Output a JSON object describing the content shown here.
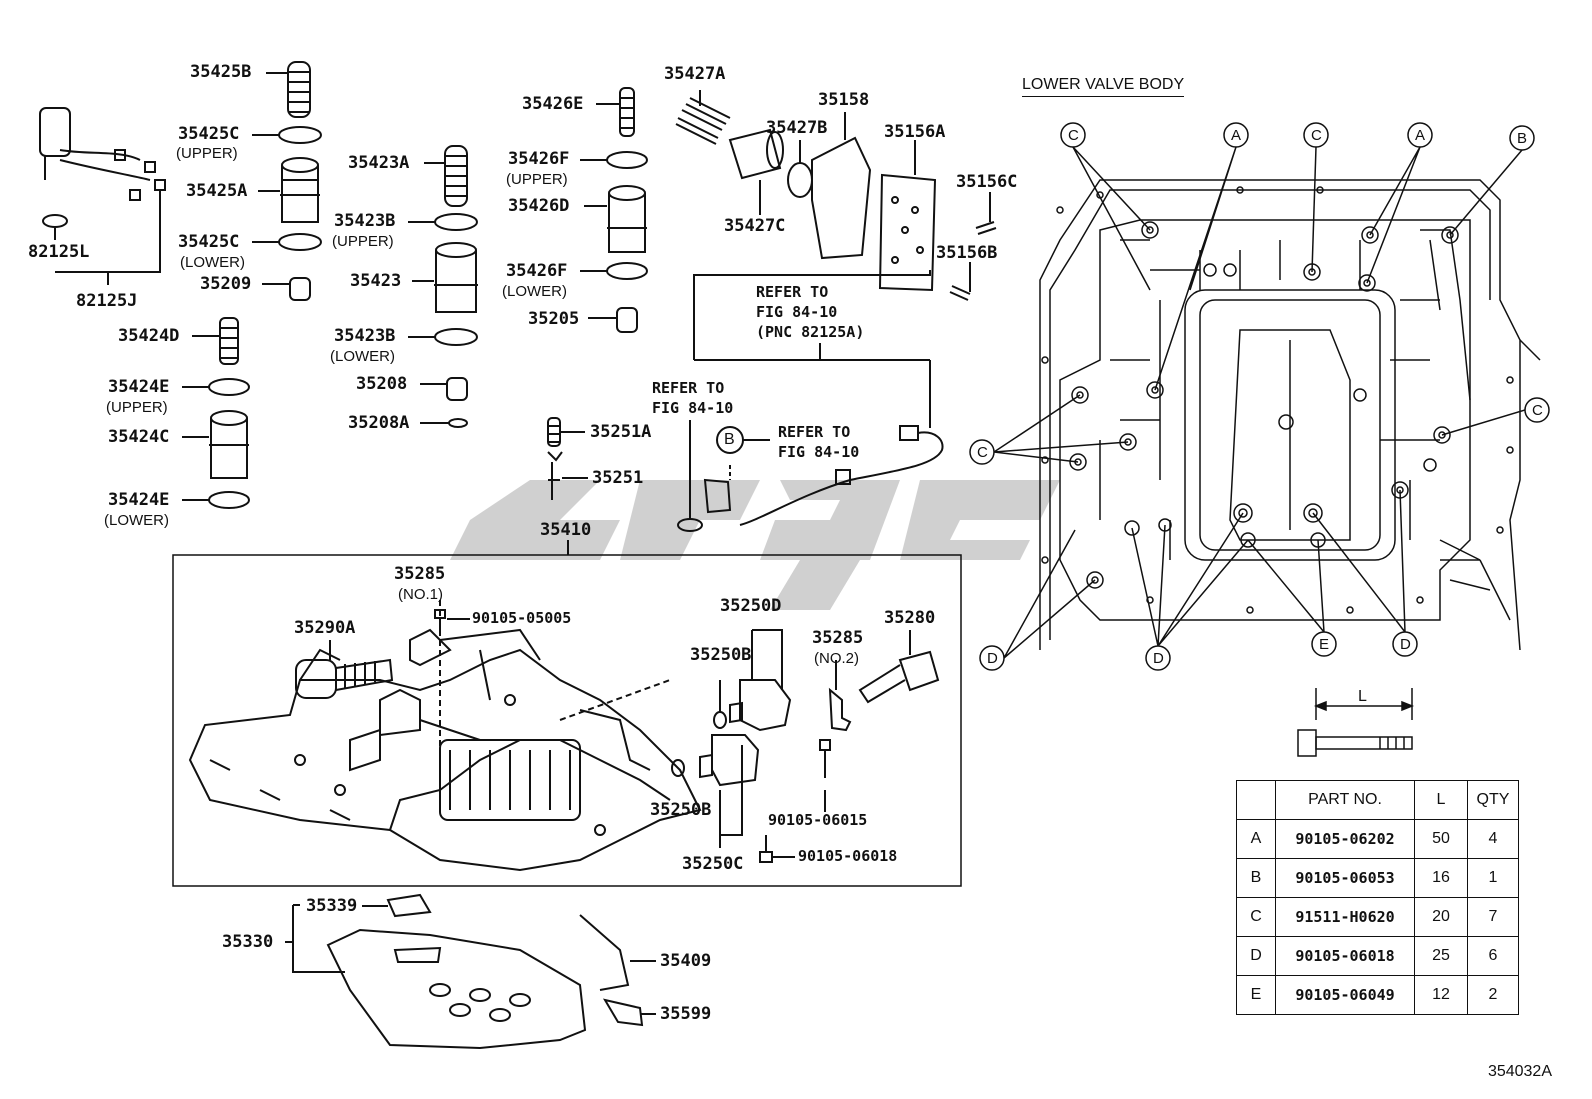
{
  "parts": {
    "p35425B": "35425B",
    "p35425C_u": "35425C",
    "upper": "(UPPER)",
    "lower": "(LOWER)",
    "p35425A": "35425A",
    "p35425C_l": "35425C",
    "p35209": "35209",
    "p82125L": "82125L",
    "p82125J": "82125J",
    "p35424D": "35424D",
    "p35424E_u": "35424E",
    "p35424C": "35424C",
    "p35424E_l": "35424E",
    "p35423A": "35423A",
    "p35423B_u": "35423B",
    "p35423": "35423",
    "p35423B_l": "35423B",
    "p35208": "35208",
    "p35208A": "35208A",
    "p35426E": "35426E",
    "p35426F_u": "35426F",
    "p35426D": "35426D",
    "p35426F_l": "35426F",
    "p35205": "35205",
    "p35427A": "35427A",
    "p35427B": "35427B",
    "p35427C": "35427C",
    "p35158": "35158",
    "p35156A": "35156A",
    "p35156C": "35156C",
    "p35156B": "35156B",
    "p35251A": "35251A",
    "p35251": "35251",
    "p35410": "35410",
    "p35285_1": "35285",
    "no1": "(NO.1)",
    "p90105_05005": "90105-05005",
    "p35290A": "35290A",
    "p35250D": "35250D",
    "p35250B_t": "35250B",
    "p35285_2": "35285",
    "no2": "(NO.2)",
    "p35280": "35280",
    "p35250B_b": "35250B",
    "p90105_06015": "90105-06015",
    "p35250C": "35250C",
    "p90105_06018": "90105-06018",
    "p35339": "35339",
    "p35330": "35330",
    "p35409": "35409",
    "p35599": "35599"
  },
  "notes": {
    "refer1": "REFER TO\nFIG 84-10\n(PNC 82125A)",
    "refer2": "REFER TO\nFIG 84-10",
    "refer3": "REFER TO\nFIG 84-10",
    "callout_b": "B"
  },
  "lower_valve_body": {
    "title": "LOWER VALVE BODY",
    "callouts": [
      "C",
      "A",
      "C",
      "A",
      "B",
      "C",
      "C",
      "D",
      "D",
      "E",
      "D"
    ]
  },
  "bolt_dim_label": "L",
  "table": {
    "headers": [
      "",
      "PART NO.",
      "L",
      "QTY"
    ],
    "rows": [
      {
        "key": "A",
        "part": "90105-06202",
        "l": "50",
        "qty": "4"
      },
      {
        "key": "B",
        "part": "90105-06053",
        "l": "16",
        "qty": "1"
      },
      {
        "key": "C",
        "part": "91511-H0620",
        "l": "20",
        "qty": "7"
      },
      {
        "key": "D",
        "part": "90105-06018",
        "l": "25",
        "qty": "6"
      },
      {
        "key": "E",
        "part": "90105-06049",
        "l": "12",
        "qty": "2"
      }
    ]
  },
  "figure_code": "354032A"
}
